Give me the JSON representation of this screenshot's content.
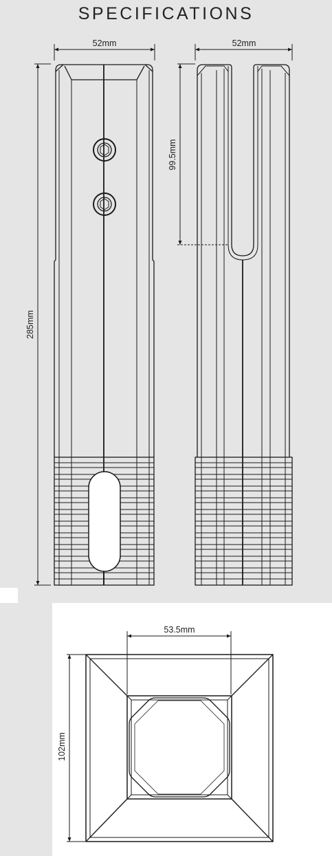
{
  "page": {
    "title": "SPECIFICATIONS",
    "colors": {
      "background": "#e6e5e6",
      "panel": "#ffffff",
      "line": "#1a1a1a"
    }
  },
  "dimensions": {
    "front_width": "52mm",
    "side_width": "52mm",
    "height": "285mm",
    "slot_depth": "99.5mm",
    "base_inner": "53.5mm",
    "base_outer": "102mm"
  }
}
